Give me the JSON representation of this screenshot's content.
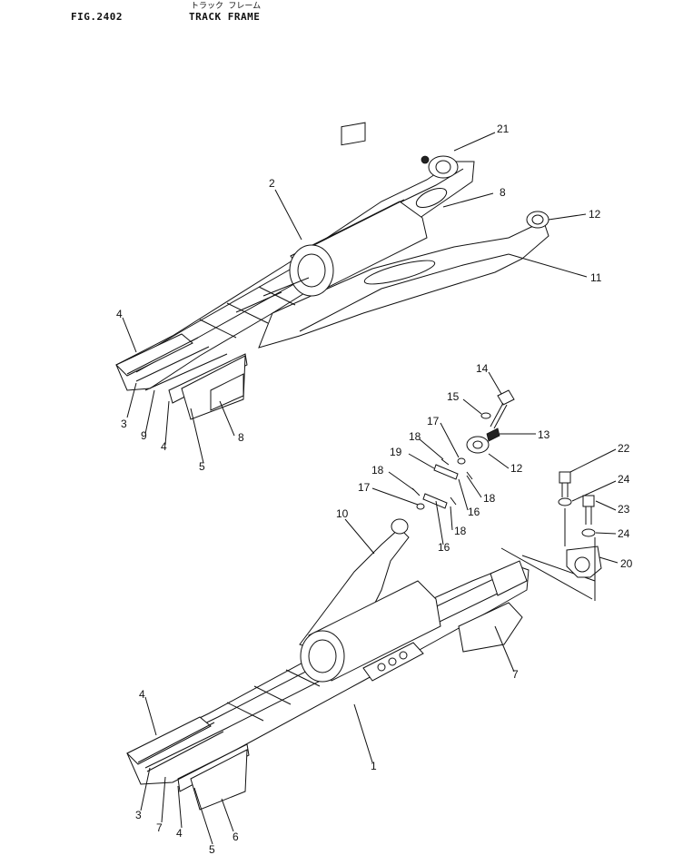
{
  "header": {
    "fig_number": "FIG.2402",
    "title_jp": "トラック フレーム",
    "title_en": "TRACK FRAME"
  },
  "callouts": [
    {
      "id": "c21",
      "label": "21"
    },
    {
      "id": "c2",
      "label": "2"
    },
    {
      "id": "c8a",
      "label": "8"
    },
    {
      "id": "c12a",
      "label": "12"
    },
    {
      "id": "c11",
      "label": "11"
    },
    {
      "id": "c4a",
      "label": "4"
    },
    {
      "id": "c3a",
      "label": "3"
    },
    {
      "id": "c9",
      "label": "9"
    },
    {
      "id": "c4b",
      "label": "4"
    },
    {
      "id": "c5a",
      "label": "5"
    },
    {
      "id": "c8b",
      "label": "8"
    },
    {
      "id": "c14",
      "label": "14"
    },
    {
      "id": "c15",
      "label": "15"
    },
    {
      "id": "c13",
      "label": "13"
    },
    {
      "id": "c17a",
      "label": "17"
    },
    {
      "id": "c18a",
      "label": "18"
    },
    {
      "id": "c12b",
      "label": "12"
    },
    {
      "id": "c19",
      "label": "19"
    },
    {
      "id": "c18b",
      "label": "18"
    },
    {
      "id": "c16a",
      "label": "16"
    },
    {
      "id": "c18c",
      "label": "18"
    },
    {
      "id": "c17b",
      "label": "17"
    },
    {
      "id": "c18d",
      "label": "18"
    },
    {
      "id": "c16b",
      "label": "16"
    },
    {
      "id": "c22",
      "label": "22"
    },
    {
      "id": "c24a",
      "label": "24"
    },
    {
      "id": "c23",
      "label": "23"
    },
    {
      "id": "c24b",
      "label": "24"
    },
    {
      "id": "c20",
      "label": "20"
    },
    {
      "id": "c10",
      "label": "10"
    },
    {
      "id": "c7a",
      "label": "7"
    },
    {
      "id": "c4c",
      "label": "4"
    },
    {
      "id": "c1",
      "label": "1"
    },
    {
      "id": "c3b",
      "label": "3"
    },
    {
      "id": "c7b",
      "label": "7"
    },
    {
      "id": "c4d",
      "label": "4"
    },
    {
      "id": "c6",
      "label": "6"
    },
    {
      "id": "c5b",
      "label": "5"
    }
  ]
}
